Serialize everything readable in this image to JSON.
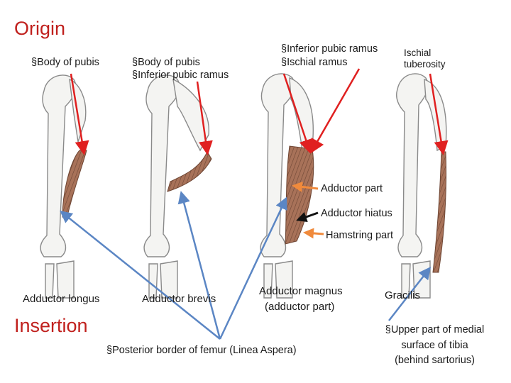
{
  "titles": {
    "origin": "Origin",
    "insertion": "Insertion"
  },
  "origins": {
    "longus": "§Body of pubis",
    "brevis_1": "§Body of pubis",
    "brevis_2": "§Inferior pubic ramus",
    "magnus_1": "§Inferior pubic ramus",
    "magnus_2": "§Ischial ramus",
    "gracilis_1": "Ischial",
    "gracilis_2": "tuberosity"
  },
  "parts": {
    "adductor_part": "Adductor part",
    "adductor_hiatus": "Adductor hiatus",
    "hamstring_part": "Hamstring part"
  },
  "muscles": {
    "longus": "Adductor longus",
    "brevis": "Adductor brevis",
    "magnus_1": "Adductor magnus",
    "magnus_2": "(adductor part)",
    "gracilis": "Gracilis"
  },
  "insertions": {
    "femur": "§Posterior border of femur (Linea Aspera)",
    "tibia_1": "§Upper part of medial",
    "tibia_2": "surface of tibia",
    "tibia_3": "(behind sartorius)"
  },
  "colors": {
    "title": "#c0201d",
    "red_arrow": "#e02020",
    "blue_arrow": "#5b86c4",
    "orange_arrow": "#f08a3c",
    "black_arrow": "#111111",
    "muscle": "#9c6a4f",
    "bone": "#f4f4f2"
  }
}
